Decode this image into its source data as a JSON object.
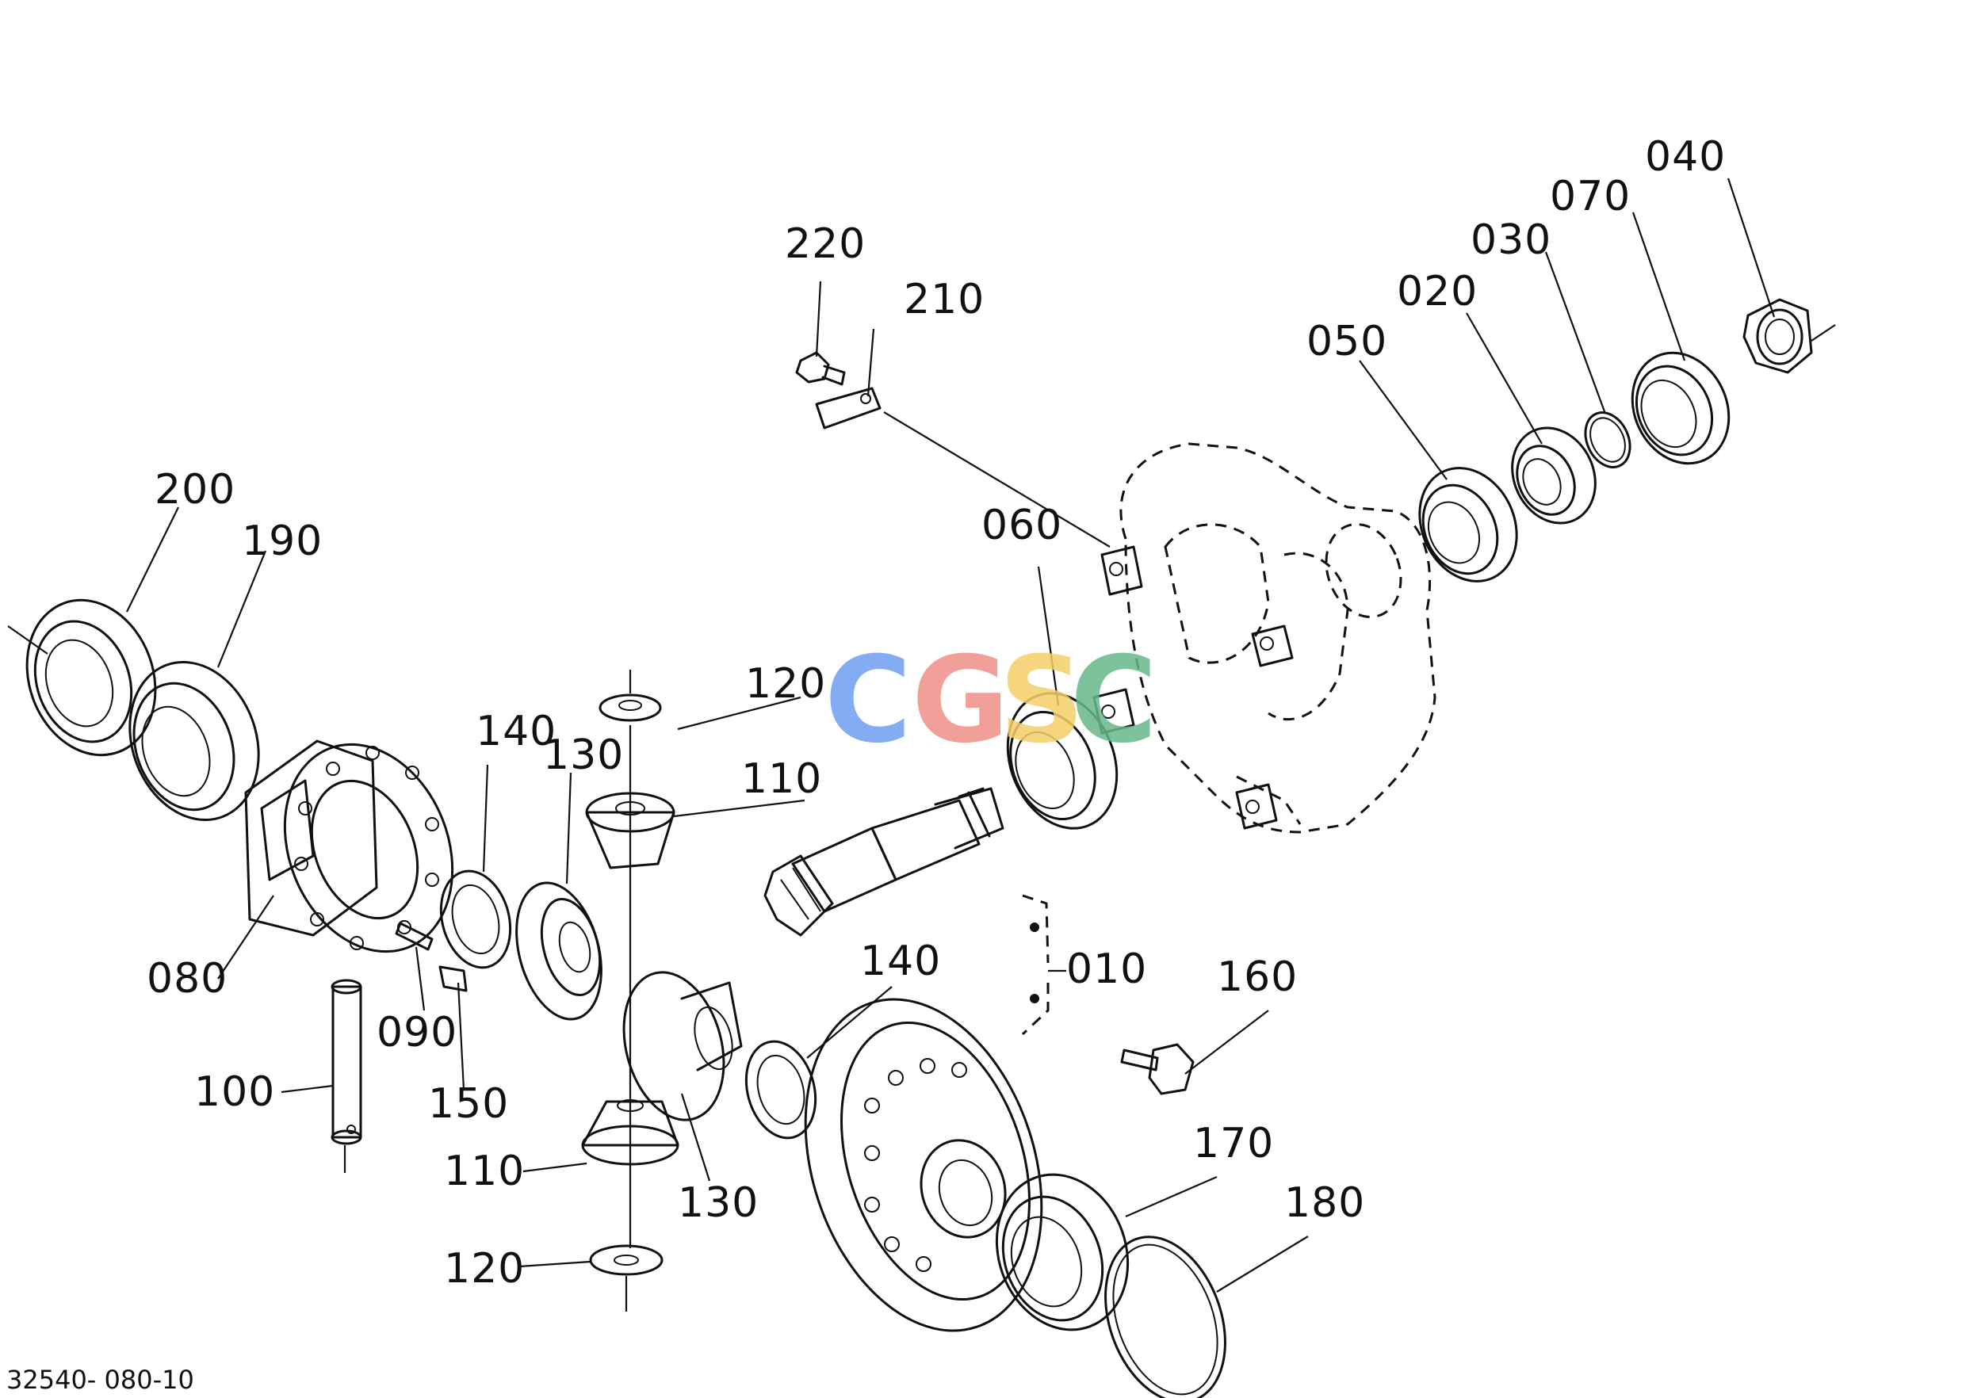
{
  "labels": {
    "p010": "010",
    "p020": "020",
    "p030": "030",
    "p040": "040",
    "p050": "050",
    "p060": "060",
    "p070": "070",
    "p080": "080",
    "p090": "090",
    "p100": "100",
    "p110a": "110",
    "p110b": "110",
    "p120a": "120",
    "p120b": "120",
    "p130a": "130",
    "p130b": "130",
    "p140a": "140",
    "p140b": "140",
    "p150": "150",
    "p160": "160",
    "p170": "170",
    "p180": "180",
    "p190": "190",
    "p200": "200",
    "p210": "210",
    "p220": "220"
  },
  "reference_code": "32540- 080-10",
  "watermark": {
    "letters": [
      "C",
      "G",
      "S",
      "C"
    ],
    "colors": [
      "#6f9ef0",
      "#ef8f88",
      "#f4cf68",
      "#67b88a"
    ]
  }
}
